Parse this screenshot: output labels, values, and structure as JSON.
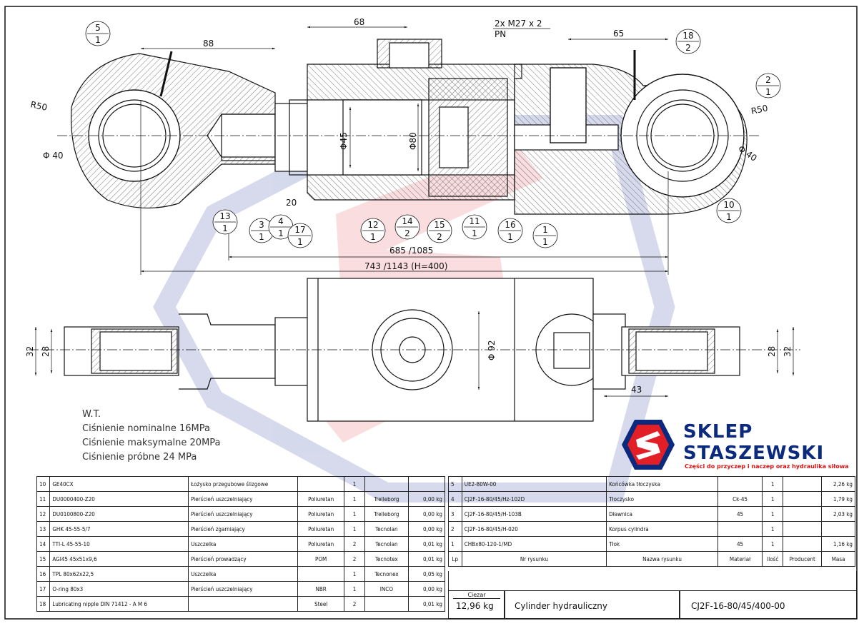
{
  "dimensions": {
    "d88": "88",
    "d68": "68",
    "thread": "2x M27 x 2",
    "pn": "PN",
    "d65": "65",
    "r50_left": "R50",
    "r50_right": "R50",
    "phi40_left": "Φ 40",
    "phi40_right": "Φ 40",
    "phi45": "Φ45",
    "phi80": "Φ80",
    "d20": "20",
    "len_685": "685 /1085",
    "len_743": "743 /1143  (H=400)",
    "d32_left": "32",
    "d28_left": "28",
    "d28_right": "28",
    "d32_right": "32",
    "phi92": "Φ 92",
    "d43": "43"
  },
  "balloons": [
    {
      "top": "5",
      "bottom": "1"
    },
    {
      "top": "18",
      "bottom": "2"
    },
    {
      "top": "2",
      "bottom": "1"
    },
    {
      "top": "10",
      "bottom": "1"
    },
    {
      "top": "13",
      "bottom": "1"
    },
    {
      "top": "3",
      "bottom": "1"
    },
    {
      "top": "4",
      "bottom": "1"
    },
    {
      "top": "17",
      "bottom": "1"
    },
    {
      "top": "12",
      "bottom": "1"
    },
    {
      "top": "14",
      "bottom": "2"
    },
    {
      "top": "15",
      "bottom": "2"
    },
    {
      "top": "11",
      "bottom": "1"
    },
    {
      "top": "16",
      "bottom": "1"
    },
    {
      "top": "1",
      "bottom": "1"
    }
  ],
  "notes": {
    "wt": "W.T.",
    "nominal": "Ciśnienie nominalne 16MPa",
    "max": "Ciśnienie maksymalne 20MPa",
    "test": "Ciśnienie próbne 24 MPa"
  },
  "logo": {
    "line1": "SKLEP",
    "line2": "STASZEWSKI",
    "tagline": "Części do przyczep i naczep oraz hydraulika siłowa",
    "primary_color": "#0c2a7d",
    "accent_color": "#e21e26"
  },
  "bom_left": [
    [
      "10",
      "GE40CX",
      "Łożysko przegubowe ślizgowe",
      "",
      "1",
      "",
      ""
    ],
    [
      "11",
      "DU0000400-Z20",
      "Pierścień uszczelniający",
      "Poliuretan",
      "1",
      "Trelleborg",
      "0,00 kg"
    ],
    [
      "12",
      "DU0100800-Z20",
      "Pierścień uszczelniający",
      "Poliuretan",
      "1",
      "Trelleborg",
      "0,00 kg"
    ],
    [
      "13",
      "GHK 45-55-5/7",
      "Pierścień zgarniający",
      "Poliuretan",
      "1",
      "Tecnolan",
      "0,00 kg"
    ],
    [
      "14",
      "TTI-L 45-55-10",
      "Uszczelka",
      "Poliuretan",
      "2",
      "Tecnolan",
      "0,01 kg"
    ],
    [
      "15",
      "AGI45 45x51x9,6",
      "Pierścień prowadzący",
      "POM",
      "2",
      "Tecnotex",
      "0,01 kg"
    ],
    [
      "16",
      "TPL 80x62x22,5",
      "Uszczelka",
      "",
      "1",
      "Tecnonex",
      "0,05 kg"
    ],
    [
      "17",
      "O-ring 80x3",
      "Pierścień uszczelniający",
      "NBR",
      "1",
      "INCO",
      "0,00 kg"
    ],
    [
      "18",
      "Lubricating nipple DIN 71412 - A M 6",
      "",
      "Steel",
      "2",
      "",
      "0,01 kg"
    ]
  ],
  "bom_right": [
    [
      "5",
      "UE2-80W-00",
      "Końcówka tłoczyska",
      "",
      "1",
      "",
      "2,26 kg"
    ],
    [
      "4",
      "CJ2F-16-80/45/Hz-102D",
      "Tłoczysko",
      "Ck-45",
      "1",
      "",
      "1,79 kg"
    ],
    [
      "3",
      "CJ2F-16-80/45/H-103B",
      "Dławnica",
      "45",
      "1",
      "",
      "2,03 kg"
    ],
    [
      "2",
      "CJ2F-16-80/45/H-020",
      "Korpus cylindra",
      "",
      "1",
      "",
      ""
    ],
    [
      "1",
      "CHBx80-120-1/MD",
      "Tłok",
      "45",
      "1",
      "",
      "1,16 kg"
    ]
  ],
  "bom_header": {
    "lp": "Lp",
    "nr": "Nr rysunku",
    "nazwa": "Nazwa rysunku",
    "material": "Materiał",
    "ilosc": "Ilość",
    "producent": "Producent",
    "masa": "Masa"
  },
  "title_block": {
    "weight_label": "Ciezar",
    "weight": "12,96 kg",
    "name": "Cylinder hydrauliczny",
    "number": "CJ2F-16-80/45/400-00"
  }
}
